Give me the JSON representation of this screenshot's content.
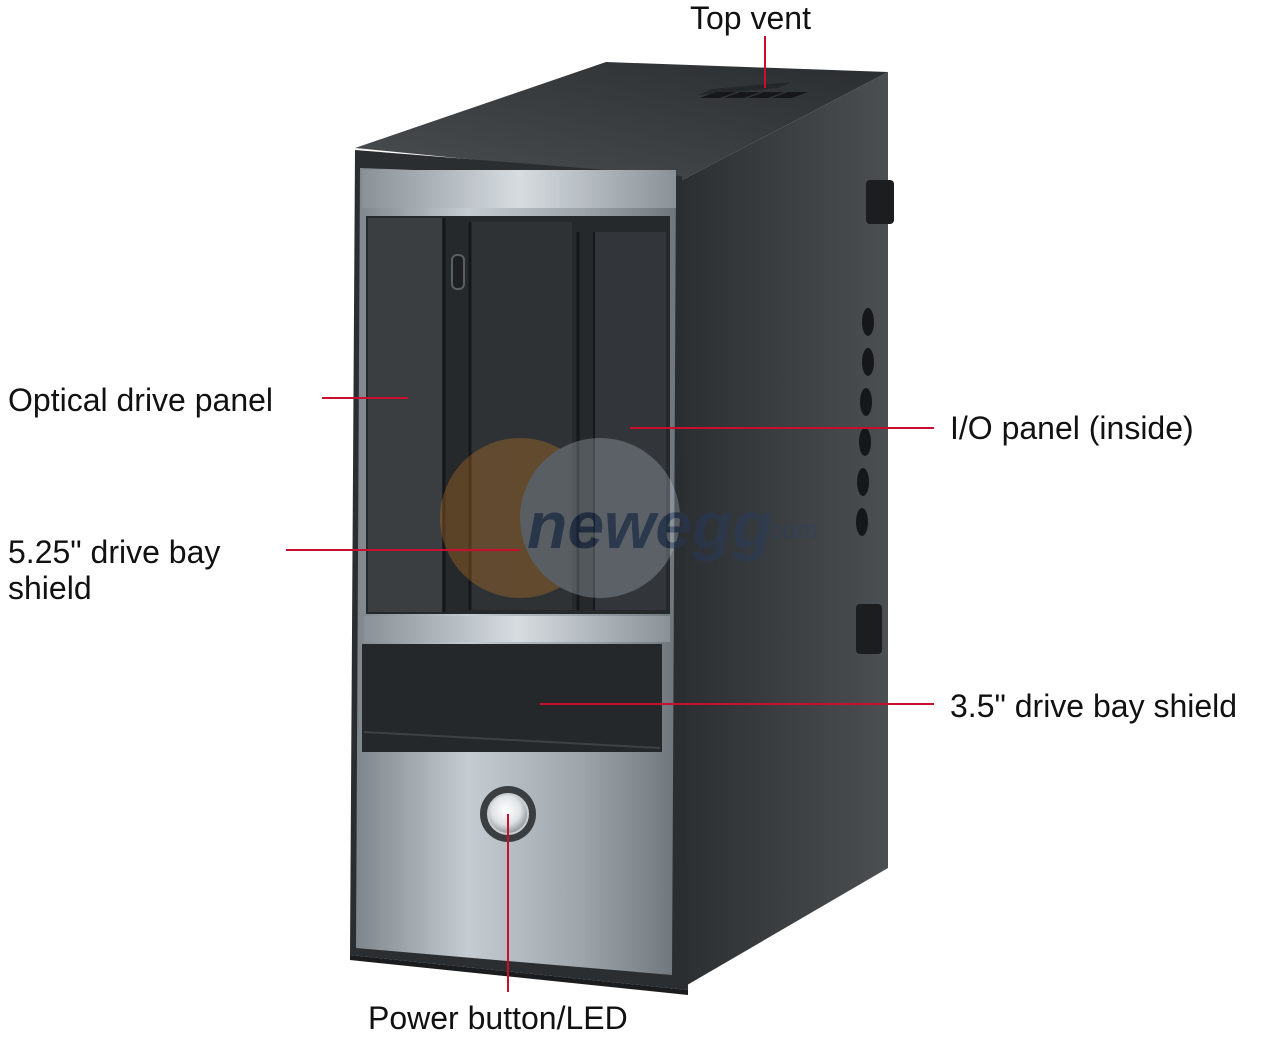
{
  "callouts": {
    "top_vent": "Top vent",
    "optical_drive_panel": "Optical drive panel",
    "io_panel": "I/O panel (inside)",
    "bay_525_line1": "5.25\" drive bay",
    "bay_525_line2": "shield",
    "bay_35": "3.5\" drive bay shield",
    "power_button": "Power button/LED"
  },
  "watermark": {
    "brand": "newegg",
    "suffix": ".com"
  },
  "colors": {
    "callout_line": "#c8102e",
    "label_text": "#111111",
    "case_body": "#3a3d40",
    "front_silver": "#a9b0b6"
  }
}
